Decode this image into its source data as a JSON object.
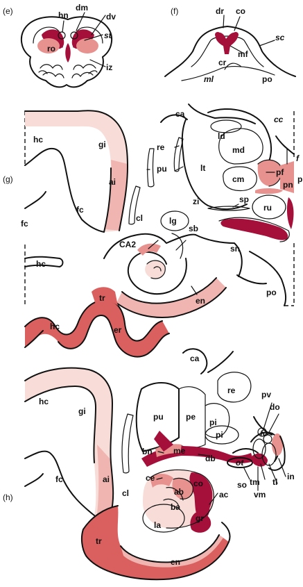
{
  "colors": {
    "light": "#f7dcd8",
    "medium": "#e8928f",
    "dark": "#a5103a",
    "outline": "#111111"
  },
  "panel_e": {
    "tag": "(e)",
    "labels": {
      "hn": "hn",
      "dm": "dm",
      "dv": "dv",
      "st": "st",
      "ro": "ro",
      "iz": "iz"
    }
  },
  "panel_f": {
    "tag": "(f)",
    "labels": {
      "dr": "dr",
      "co": "co",
      "sc": "sc",
      "mf": "mf",
      "cr": "cr",
      "ml": "ml",
      "po": "po"
    }
  },
  "panel_g": {
    "tag": "(g)",
    "labels": {
      "ca": "ca",
      "cc": "cc",
      "f": "f",
      "hc": "hc",
      "gi": "gi",
      "re": "re",
      "ld": "ld",
      "md": "md",
      "lt": "lt",
      "pu": "pu",
      "pf": "pf",
      "p": "p",
      "pn": "pn",
      "cm": "cm",
      "ai": "ai",
      "fc": "fc",
      "fc2": "fc",
      "cl": "cl",
      "zi": "zi",
      "sp": "sp",
      "ru": "ru",
      "lg": "lg",
      "sb": "sb",
      "ca2": "CA2",
      "sn": "sn",
      "hc2": "hc",
      "po": "po",
      "tr": "tr",
      "en": "en",
      "hc3": "hc",
      "er": "er"
    }
  },
  "panel_h": {
    "tag": "(h)",
    "labels": {
      "ca": "ca",
      "re": "re",
      "hc": "hc",
      "pv": "pv",
      "do": "do",
      "gi": "gi",
      "pu": "pu",
      "pe": "pe",
      "pi": "pi",
      "pi2": "pi",
      "fo": "fo",
      "bn": "bn",
      "me": "me",
      "db": "db",
      "ot": "ot",
      "ce": "ce",
      "co": "co",
      "fc": "fc",
      "ai": "ai",
      "cl": "cl",
      "ab": "ab",
      "so": "so",
      "tm": "tm",
      "tl": "tl",
      "in": "in",
      "vm": "vm",
      "ac": "ac",
      "ba": "ba",
      "gr": "gr",
      "la": "la",
      "tr": "tr",
      "en": "en"
    }
  }
}
